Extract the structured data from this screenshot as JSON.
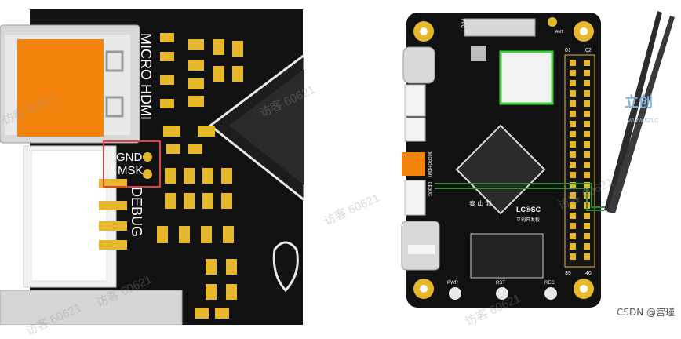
{
  "left": {
    "labels": {
      "micro_hdmi": "MICRO HDMI",
      "debug": "DEBUG",
      "gnd": "GND",
      "msk": "MSK"
    }
  },
  "right": {
    "labels": {
      "hdmi_vert": "MICRO HDMI",
      "debug_vert": "DEBUG",
      "fpc": "FPC",
      "ant": "ANT",
      "pin01": "01",
      "pin02": "02",
      "pin39": "39",
      "pin40": "40",
      "pwr": "PWR",
      "rst": "RST",
      "rec": "REC",
      "lcsc": "LC®SC",
      "lcsc_cn": "立创开发板",
      "board_cn": "泰 山 派",
      "side_url": "WWW.SZLC",
      "side_brand": "立创"
    }
  },
  "watermarks": [
    "访客 60621",
    "访客 60621",
    "访客 60621",
    "访客 60621",
    "访客 60621",
    "访客 60621",
    "访客 60621"
  ],
  "footer": "CSDN @宫瑾",
  "colors": {
    "board": "#111111",
    "gold": "#e6b82e",
    "orange": "#f5840f",
    "highlight_red": "#e04040",
    "green_box": "#3cd23c",
    "wire": "#2e8b3a"
  }
}
